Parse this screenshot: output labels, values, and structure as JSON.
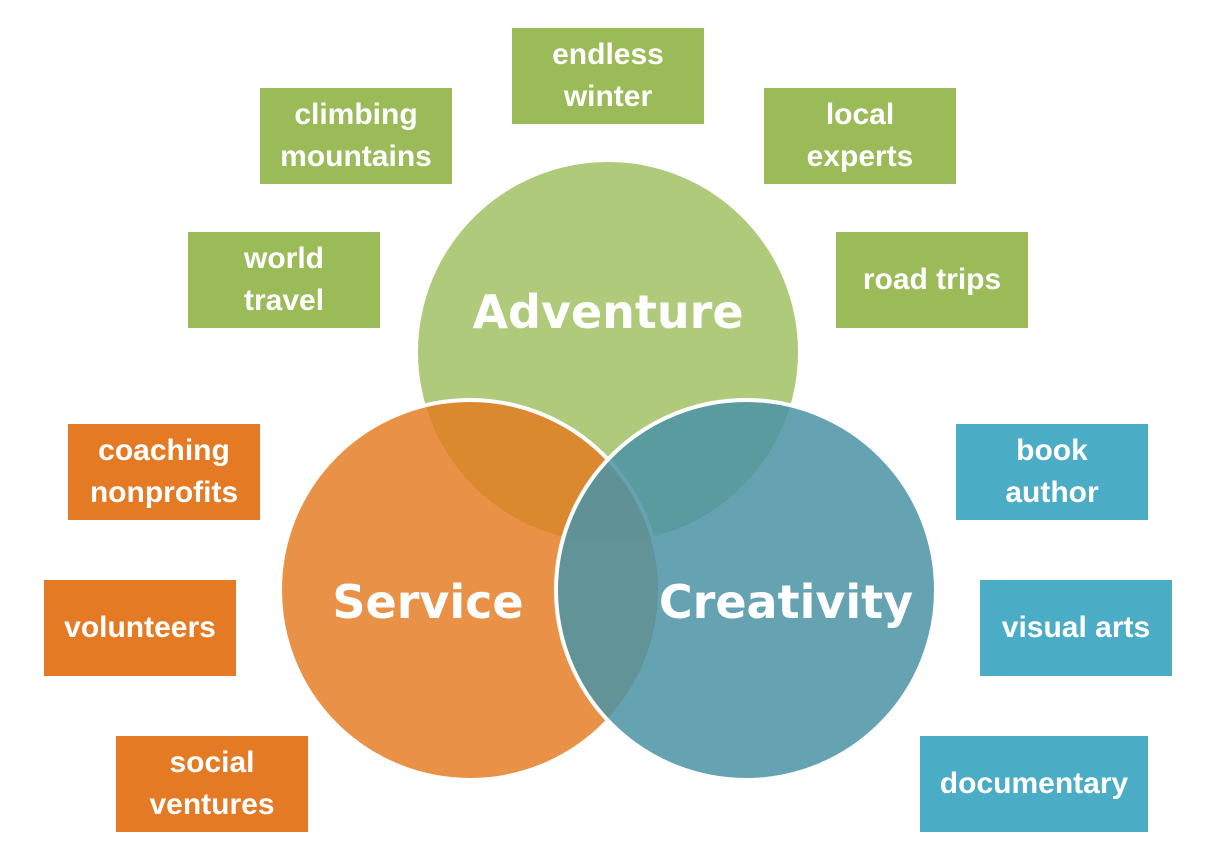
{
  "circles": {
    "adventure": {
      "label": "Adventure",
      "color": "#9bbb59"
    },
    "service": {
      "label": "Service",
      "color": "#e57a24"
    },
    "creativity": {
      "label": "Creativity",
      "color": "#4bacc6"
    }
  },
  "tags": {
    "adventure": [
      {
        "lines": [
          "endless",
          "winter"
        ]
      },
      {
        "lines": [
          "climbing",
          "mountains"
        ]
      },
      {
        "lines": [
          "local",
          "experts"
        ]
      },
      {
        "lines": [
          "world",
          "travel"
        ]
      },
      {
        "lines": [
          "road trips"
        ]
      }
    ],
    "service": [
      {
        "lines": [
          "coaching",
          "nonprofits"
        ]
      },
      {
        "lines": [
          "volunteers"
        ]
      },
      {
        "lines": [
          "social",
          "ventures"
        ]
      }
    ],
    "creativity": [
      {
        "lines": [
          "book",
          "author"
        ]
      },
      {
        "lines": [
          "visual arts"
        ]
      },
      {
        "lines": [
          "documentary"
        ]
      }
    ]
  }
}
